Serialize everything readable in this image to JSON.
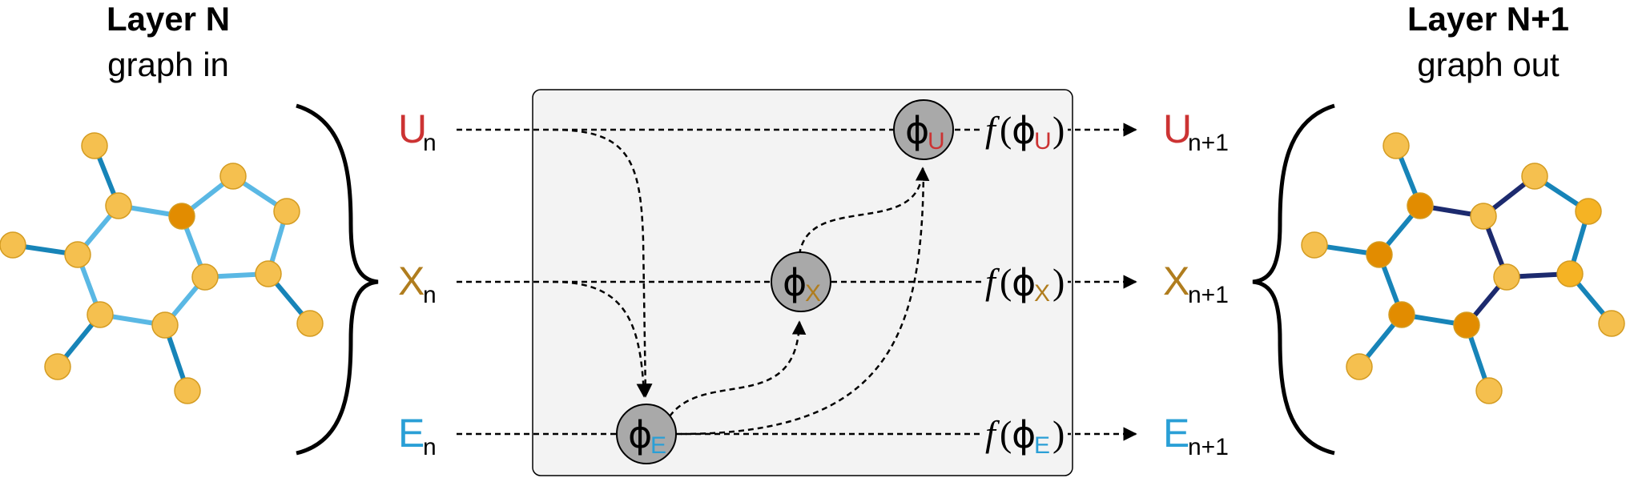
{
  "colors": {
    "u": "#cc3333",
    "x": "#b07d1e",
    "e": "#2a9fd6",
    "node_in": "#f5c04f",
    "node_in_stroke": "#d49c22",
    "node_dark": "#e28c00",
    "edge_light": "#5ab8e4",
    "edge_mid": "#1784b8",
    "edge_navy": "#1c2a6e",
    "box_fill": "#f3f3f3",
    "phi_fill": "#a9a9a9"
  },
  "left_header": {
    "title": "Layer N",
    "subtitle": "graph in"
  },
  "right_header": {
    "title": "Layer N+1",
    "subtitle": "graph out"
  },
  "inputs": {
    "u": {
      "letter": "U",
      "sub": "n"
    },
    "x": {
      "letter": "X",
      "sub": "n"
    },
    "e": {
      "letter": "E",
      "sub": "n"
    }
  },
  "outputs": {
    "u": {
      "letter": "U",
      "sub": "n+1"
    },
    "x": {
      "letter": "X",
      "sub": "n+1"
    },
    "e": {
      "letter": "E",
      "sub": "n+1"
    }
  },
  "functions": {
    "phi_symbol": "ϕ",
    "f_symbol": "f",
    "open_paren": "(",
    "close_paren": ")",
    "u_sub": "U",
    "x_sub": "X",
    "e_sub": "E"
  }
}
